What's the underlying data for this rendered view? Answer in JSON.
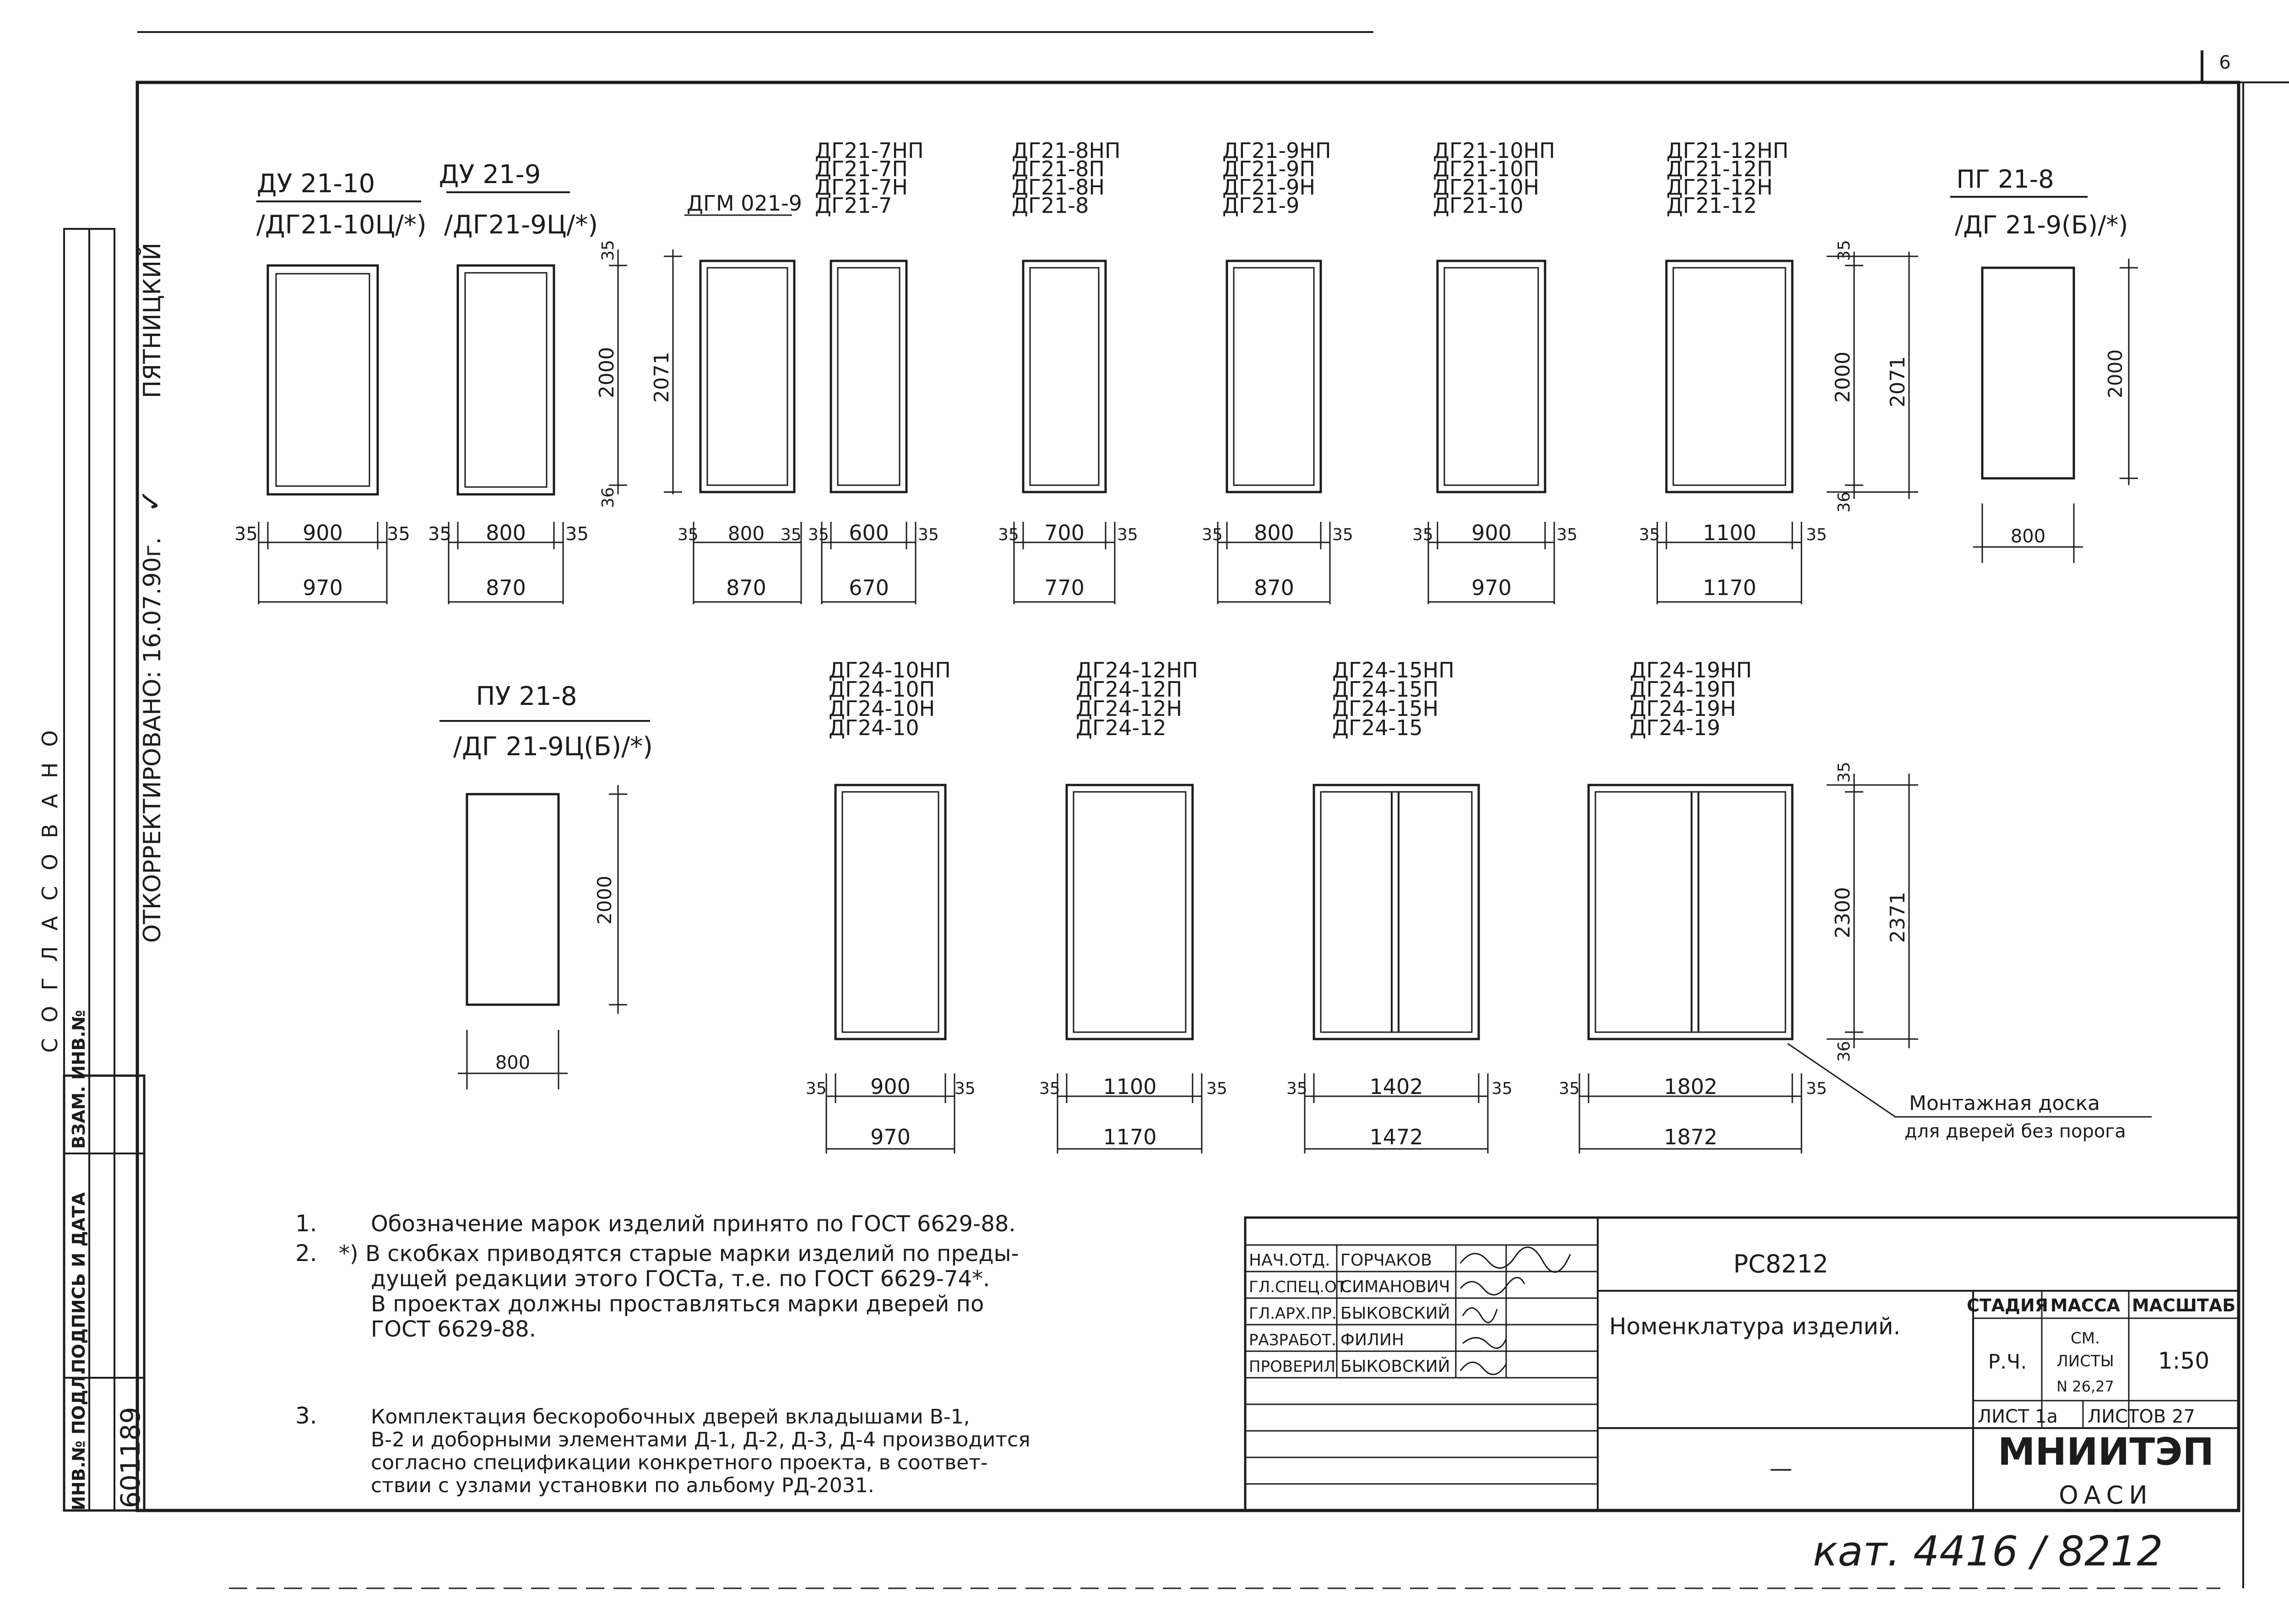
{
  "sheet_number": "6",
  "left_margin": {
    "approved": "СОГЛАСОВАНО",
    "corrected": "ОТКОРРЕКТИРОВАНО: 16.07.90г.",
    "corrector": "ПЯТНИЦКИЙ",
    "corrector_sign": "✓",
    "stamp_labels": [
      "ИНВ.№ ПОДЛ.",
      "ПОДПИСЬ И ДАТА",
      "ВЗАМ. ИНВ.№"
    ],
    "inv_number": "601189"
  },
  "row1": [
    {
      "marks": [
        "ДУ 21-10",
        "/ДГ21-10Ц/*)"
      ],
      "width": "900",
      "overall": "970",
      "side": "35"
    },
    {
      "marks": [
        "ДУ 21-9",
        "/ДГ21-9Ц/*)"
      ],
      "width": "800",
      "overall": "870",
      "side": "35"
    },
    {
      "marks": [
        "ДГМ 021-9"
      ],
      "width": "800",
      "overall": "870",
      "side": "35",
      "h_top": "35",
      "h_mid": "2000",
      "h_total": "2071",
      "h_bot": "36"
    },
    {
      "marks": [
        "ДГ21-7НП",
        "ДГ21-7П",
        "ДГ21-7Н",
        "ДГ21-7"
      ],
      "width": "600",
      "overall": "670",
      "side": "35"
    },
    {
      "marks": [
        "ДГ21-8НП",
        "ДГ21-8П",
        "ДГ21-8Н",
        "ДГ21-8"
      ],
      "width": "700",
      "overall": "770",
      "side": "35"
    },
    {
      "marks": [
        "ДГ21-9НП",
        "ДГ21-9П",
        "ДГ21-9Н",
        "ДГ21-9"
      ],
      "width": "800",
      "overall": "870",
      "side": "35"
    },
    {
      "marks": [
        "ДГ21-10НП",
        "ДГ21-10П",
        "ДГ21-10Н",
        "ДГ21-10"
      ],
      "width": "900",
      "overall": "970",
      "side": "35"
    },
    {
      "marks": [
        "ДГ21-12НП",
        "ДГ21-12П",
        "ДГ21-12Н",
        "ДГ21-12"
      ],
      "width": "1100",
      "overall": "1170",
      "side": "35",
      "h_top": "35",
      "h_mid": "2000",
      "h_total": "2071",
      "h_bot": "36"
    },
    {
      "marks": [
        "ПГ 21-8",
        "/ДГ 21-9(Б)/*)"
      ],
      "width": "800",
      "h_mid": "2000"
    }
  ],
  "row2": [
    {
      "marks": [
        "ПУ 21-8",
        "/ДГ 21-9Ц(Б)/*)"
      ],
      "width": "800",
      "h_mid": "2000"
    },
    {
      "marks": [
        "ДГ24-10НП",
        "ДГ24-10П",
        "ДГ24-10Н",
        "ДГ24-10"
      ],
      "width": "900",
      "overall": "970",
      "side": "35"
    },
    {
      "marks": [
        "ДГ24-12НП",
        "ДГ24-12П",
        "ДГ24-12Н",
        "ДГ24-12"
      ],
      "width": "1100",
      "overall": "1170",
      "side": "35"
    },
    {
      "marks": [
        "ДГ24-15НП",
        "ДГ24-15П",
        "ДГ24-15Н",
        "ДГ24-15"
      ],
      "width": "1402",
      "overall": "1472",
      "side": "35"
    },
    {
      "marks": [
        "ДГ24-19НП",
        "ДГ24-19П",
        "ДГ24-19Н",
        "ДГ24-19"
      ],
      "width": "1802",
      "overall": "1872",
      "side": "35",
      "h_top": "35",
      "h_mid": "2300",
      "h_total": "2371",
      "h_bot": "36"
    }
  ],
  "callout": [
    "Монтажная доска",
    "для дверей без порога"
  ],
  "notes": [
    {
      "num": "1.",
      "lines": [
        "Обозначение марок изделий принято по ГОСТ 6629-88."
      ]
    },
    {
      "num": "2.",
      "lines": [
        "*) В скобках приводятся старые марки изделий по преды-",
        "дущей редакции этого ГОСТа, т.е. по ГОСТ 6629-74*.",
        "В проектах должны проставляться марки дверей по",
        "ГОСТ 6629-88."
      ]
    },
    {
      "num": "3.",
      "lines": [
        "Комплектация бескоробочных дверей вкладышами В-1,",
        "В-2 и доборными элементами Д-1, Д-2, Д-3, Д-4 производится",
        "согласно спецификации конкретного проекта, в соответ-",
        "ствии с узлами установки по альбому РД-2031."
      ]
    }
  ],
  "title_block": {
    "staff": [
      {
        "role": "НАЧ.ОТД.",
        "name": "ГОРЧАКОВ"
      },
      {
        "role": "ГЛ.СПЕЦ.ОТ.",
        "name": "СИМАНОВИЧ"
      },
      {
        "role": "ГЛ.АРХ.ПР.",
        "name": "БЫКОВСКИЙ"
      },
      {
        "role": "РАЗРАБОТ.",
        "name": "ФИЛИН"
      },
      {
        "role": "ПРОВЕРИЛ",
        "name": "БЫКОВСКИЙ"
      }
    ],
    "code": "РС8212",
    "title": "Номенклатура изделий.",
    "dash": "—",
    "stage_label": "СТАДИЯ",
    "mass_label": "МАССА",
    "scale_label": "МАСШТАБ",
    "stage": "Р.Ч.",
    "mass": [
      "СМ.",
      "ЛИСТЫ",
      "N 26,27"
    ],
    "scale": "1:50",
    "sheet": "ЛИСТ 1а",
    "sheets": "ЛИСТОВ 27",
    "org": "МНИИТЭП",
    "dept": "ОАСИ"
  },
  "handwritten_ref": "кат. 4416 / 8212"
}
